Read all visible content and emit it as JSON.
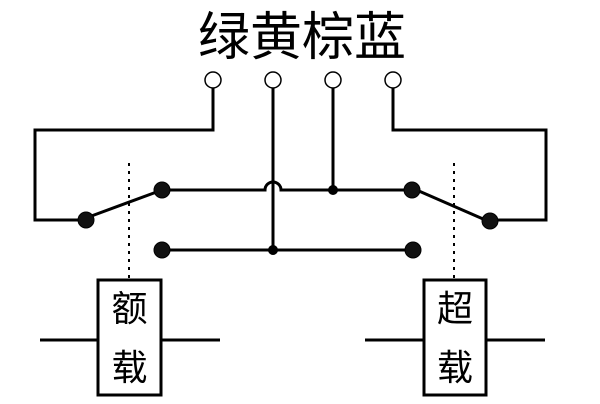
{
  "title": "绿黄棕蓝",
  "left_box": {
    "line1": "额",
    "line2": "载"
  },
  "right_box": {
    "line1": "超",
    "line2": "载"
  }
}
